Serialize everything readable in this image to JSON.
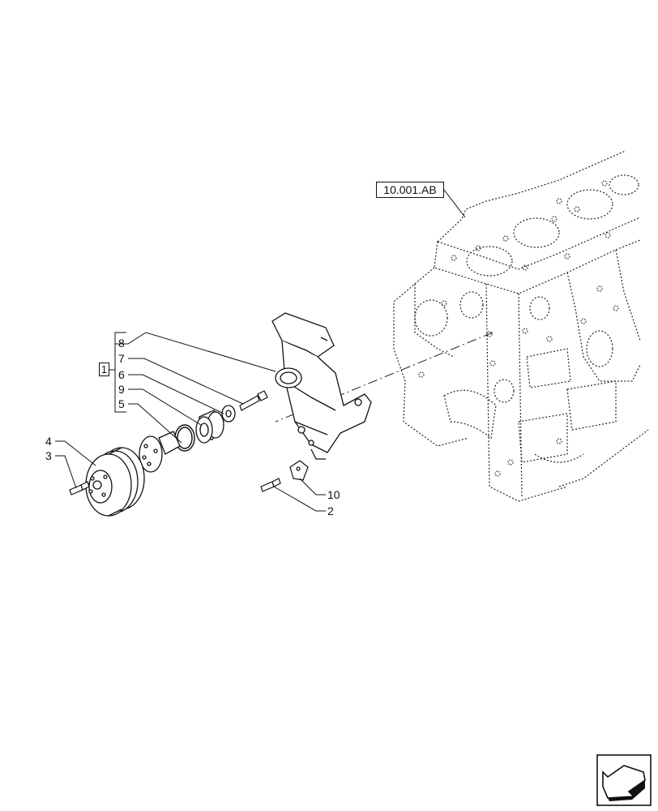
{
  "reference": {
    "label": "10.001.AB"
  },
  "kit": {
    "label": "1"
  },
  "callouts": [
    {
      "id": "8",
      "label": "8"
    },
    {
      "id": "7",
      "label": "7"
    },
    {
      "id": "6",
      "label": "6"
    },
    {
      "id": "9",
      "label": "9"
    },
    {
      "id": "5",
      "label": "5"
    },
    {
      "id": "4",
      "label": "4"
    },
    {
      "id": "3",
      "label": "3"
    },
    {
      "id": "10",
      "label": "10"
    },
    {
      "id": "2",
      "label": "2"
    }
  ],
  "icons": {
    "navigation": "previous-page-arrow-icon"
  }
}
